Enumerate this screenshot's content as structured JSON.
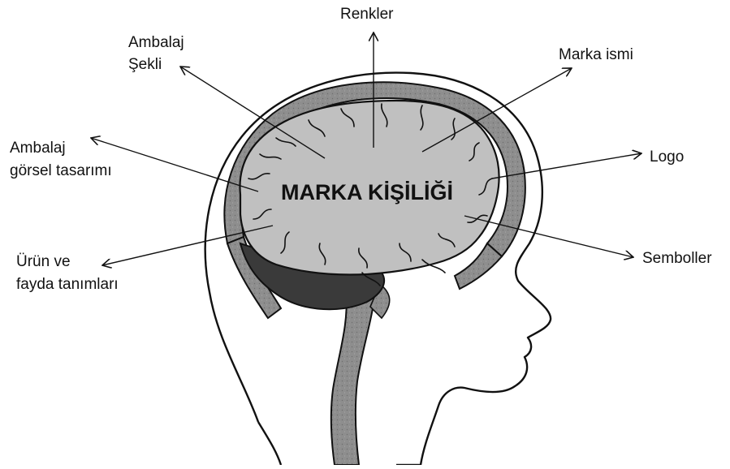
{
  "diagram": {
    "center_label": "MARKA KİŞİLİĞİ",
    "labels": {
      "renkler": "Renkler",
      "ambalaj_sekli_line1": "Ambalaj",
      "ambalaj_sekli_line2": "Şekli",
      "marka_ismi": "Marka ismi",
      "ambalaj_gorsel_line1": "Ambalaj",
      "ambalaj_gorsel_line2": "görsel tasarımı",
      "logo": "Logo",
      "urun_line1": "Ürün ve",
      "urun_line2": "fayda tanımları",
      "semboller": "Semboller"
    },
    "colors": {
      "brain": "#c0c0c0",
      "cerebellum": "#3a3a3a",
      "skull_band": "#8a8a8a",
      "outline": "#111111"
    }
  }
}
